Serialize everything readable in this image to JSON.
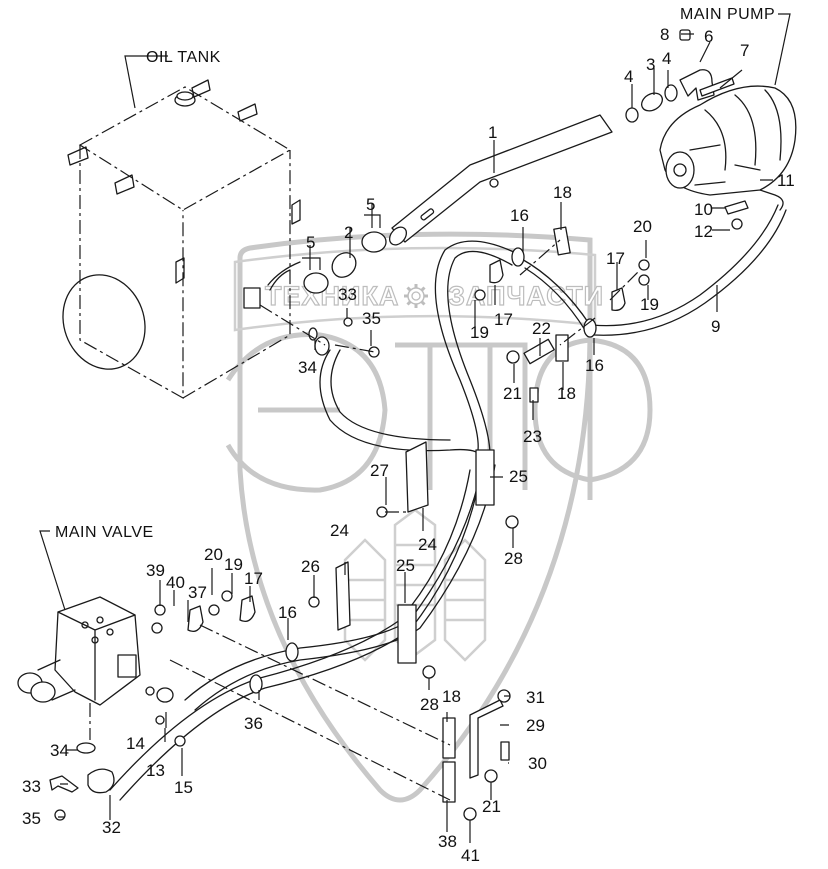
{
  "diagram": {
    "type": "exploded parts diagram",
    "subject": "hydraulic suction/pressure lines: oil tank, main pump, main valve",
    "line_color": "#1a1a1a",
    "watermark_color": "#c8c8c8"
  },
  "watermark": {
    "left_word": "ТЕХНИКА",
    "right_word": "ЗАПЧАСТИ",
    "gear_icon": "gear-icon",
    "big_letters": "ЭПФ"
  },
  "assemblies": {
    "oil_tank": "OIL TANK",
    "main_pump": "MAIN PUMP",
    "main_valve": "MAIN VALVE"
  },
  "callouts": [
    {
      "id": "c1",
      "text": "1"
    },
    {
      "id": "c2",
      "text": "2"
    },
    {
      "id": "c3",
      "text": "3"
    },
    {
      "id": "c4a",
      "text": "4"
    },
    {
      "id": "c4b",
      "text": "4"
    },
    {
      "id": "c5a",
      "text": "5"
    },
    {
      "id": "c5b",
      "text": "5"
    },
    {
      "id": "c6",
      "text": "6"
    },
    {
      "id": "c7",
      "text": "7"
    },
    {
      "id": "c8",
      "text": "8"
    },
    {
      "id": "c9",
      "text": "9"
    },
    {
      "id": "c10",
      "text": "10"
    },
    {
      "id": "c11",
      "text": "11"
    },
    {
      "id": "c12",
      "text": "12"
    },
    {
      "id": "c13",
      "text": "13"
    },
    {
      "id": "c14",
      "text": "14"
    },
    {
      "id": "c15",
      "text": "15"
    },
    {
      "id": "c16a",
      "text": "16"
    },
    {
      "id": "c16b",
      "text": "16"
    },
    {
      "id": "c16c",
      "text": "16"
    },
    {
      "id": "c17a",
      "text": "17"
    },
    {
      "id": "c17b",
      "text": "17"
    },
    {
      "id": "c17c",
      "text": "17"
    },
    {
      "id": "c18a",
      "text": "18"
    },
    {
      "id": "c18b",
      "text": "18"
    },
    {
      "id": "c18c",
      "text": "18"
    },
    {
      "id": "c19a",
      "text": "19"
    },
    {
      "id": "c19b",
      "text": "19"
    },
    {
      "id": "c19c",
      "text": "19"
    },
    {
      "id": "c20a",
      "text": "20"
    },
    {
      "id": "c20b",
      "text": "20"
    },
    {
      "id": "c21a",
      "text": "21"
    },
    {
      "id": "c21b",
      "text": "21"
    },
    {
      "id": "c22",
      "text": "22"
    },
    {
      "id": "c23",
      "text": "23"
    },
    {
      "id": "c24a",
      "text": "24"
    },
    {
      "id": "c24b",
      "text": "24"
    },
    {
      "id": "c25a",
      "text": "25"
    },
    {
      "id": "c25b",
      "text": "25"
    },
    {
      "id": "c26",
      "text": "26"
    },
    {
      "id": "c27",
      "text": "27"
    },
    {
      "id": "c28a",
      "text": "28"
    },
    {
      "id": "c28b",
      "text": "28"
    },
    {
      "id": "c29",
      "text": "29"
    },
    {
      "id": "c30",
      "text": "30"
    },
    {
      "id": "c31",
      "text": "31"
    },
    {
      "id": "c32",
      "text": "32"
    },
    {
      "id": "c33a",
      "text": "33"
    },
    {
      "id": "c33b",
      "text": "33"
    },
    {
      "id": "c34a",
      "text": "34"
    },
    {
      "id": "c34b",
      "text": "34"
    },
    {
      "id": "c35a",
      "text": "35"
    },
    {
      "id": "c35b",
      "text": "35"
    },
    {
      "id": "c36",
      "text": "36"
    },
    {
      "id": "c37",
      "text": "37"
    },
    {
      "id": "c38",
      "text": "38"
    },
    {
      "id": "c39",
      "text": "39"
    },
    {
      "id": "c40",
      "text": "40"
    },
    {
      "id": "c41",
      "text": "41"
    }
  ]
}
